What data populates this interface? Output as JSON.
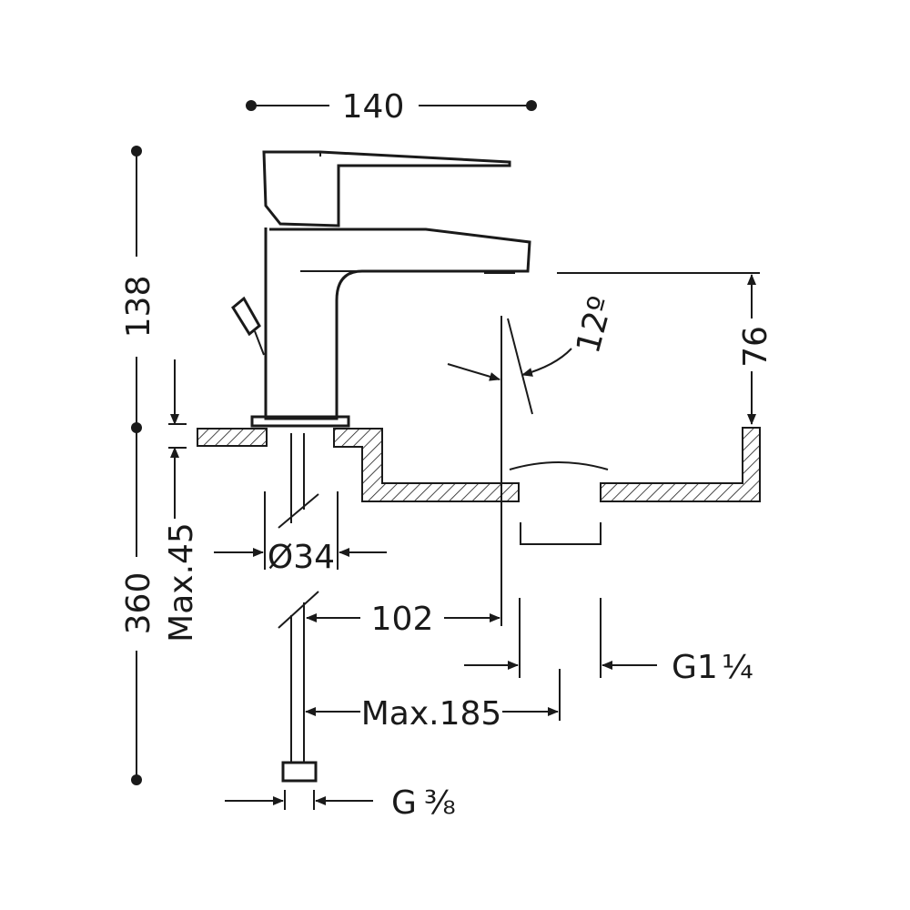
{
  "dimensions": {
    "width_140": "140",
    "height_138": "138",
    "length_360": "360",
    "deck_max_45": "Max.45",
    "hole_d34": "Ø34",
    "reach_102": "102",
    "waste_g114_prefix": "G1",
    "waste_g114_fraction": "¼",
    "max_185": "Max.185",
    "inlet_g38_prefix": "G",
    "inlet_g38_fraction": "⅜",
    "angle_12": "12º",
    "height_76": "76"
  },
  "colors": {
    "line": "#1a1a1a",
    "background": "#ffffff"
  }
}
